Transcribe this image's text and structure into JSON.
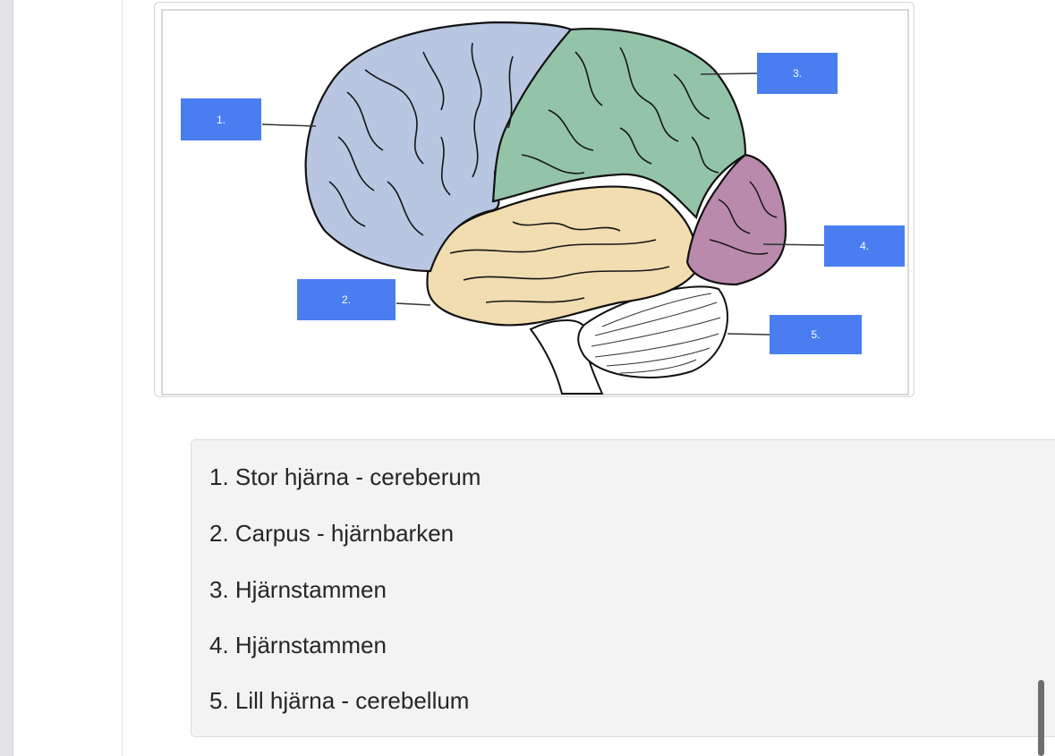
{
  "diagram": {
    "labels": [
      "1.",
      "2.",
      "3.",
      "4.",
      "5."
    ],
    "region_colors": {
      "frontal": "#b8c6e2",
      "parietal": "#93c4a8",
      "temporal": "#f1ddb0",
      "occipital": "#b98aab",
      "cerebellum": "#ffffff",
      "label_box": "#4a7ef0"
    }
  },
  "answers": [
    "1. Stor hjärna - cereberum",
    "2. Carpus - hjärnbarken",
    "3. Hjärnstammen",
    "4. Hjärnstammen",
    "5. Lill hjärna - cerebellum"
  ]
}
